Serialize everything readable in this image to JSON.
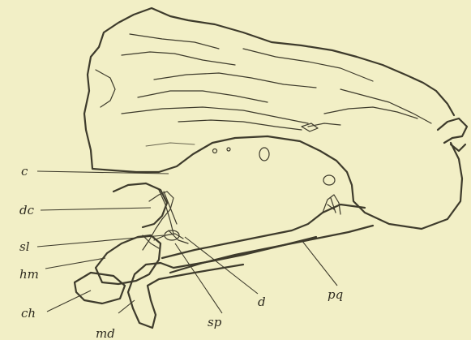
{
  "labels": {
    "c": "c",
    "dc": "dc",
    "sl": "sl",
    "hm": "hm",
    "ch": "ch",
    "md": "md",
    "sp": "sp",
    "d": "d",
    "pq": "pq"
  },
  "colors": {
    "paper": "#f2efc6",
    "ink": "#3e3b2c"
  }
}
